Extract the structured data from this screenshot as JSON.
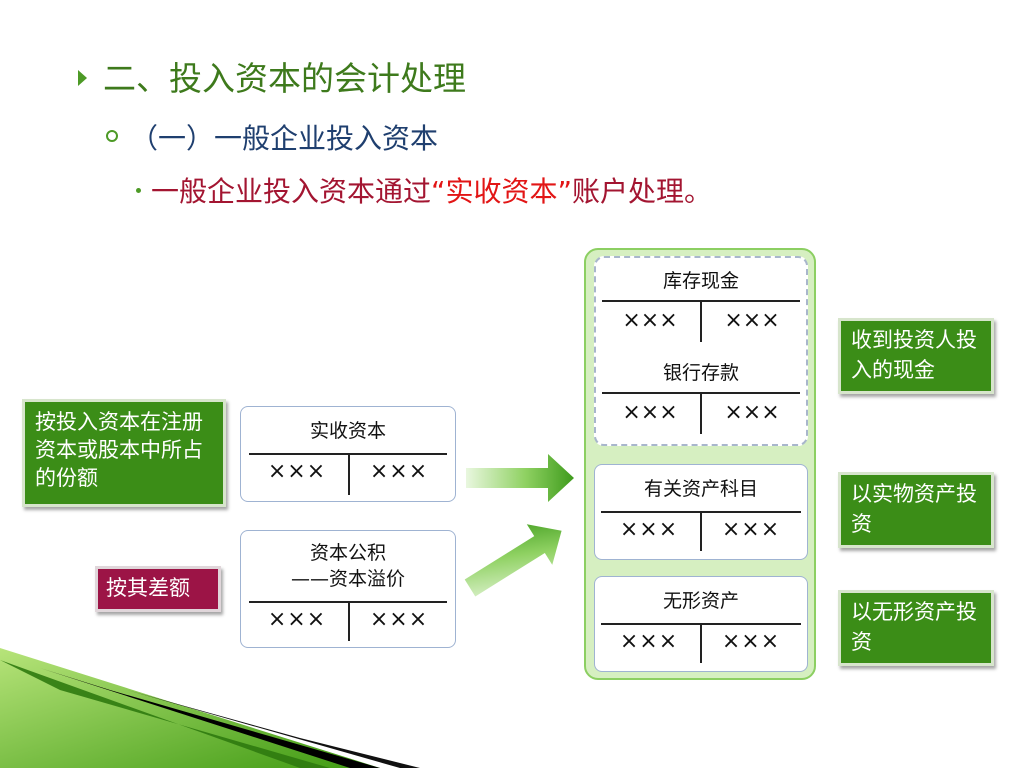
{
  "heading": {
    "level1": "二、投入资本的会计处理",
    "level2": "（一）一般企业投入资本",
    "level3_pre": "一般企业投入资本通过",
    "level3_highlight": "“实收资本”",
    "level3_post": "账户处理。"
  },
  "left_accounts": {
    "paid_in": {
      "title": "实收资本",
      "left": "×××",
      "right": "×××"
    },
    "capital_reserve": {
      "title_line1": "资本公积",
      "title_line2": "——资本溢价",
      "left": "×××",
      "right": "×××"
    }
  },
  "right_accounts": {
    "cash": {
      "title": "库存现金",
      "left": "×××",
      "right": "×××"
    },
    "bank": {
      "title": "银行存款",
      "left": "×××",
      "right": "×××"
    },
    "assets": {
      "title": "有关资产科目",
      "left": "×××",
      "right": "×××"
    },
    "intangible": {
      "title": "无形资产",
      "left": "×××",
      "right": "×××"
    }
  },
  "labels": {
    "registered_share": "按投入资本在注册资本或股本中所占的份额",
    "difference": "按其差额",
    "cash_received": "收到投资人投入的现金",
    "physical_assets": "以实物资产投资",
    "intangible_assets": "以无形资产投资"
  },
  "colors": {
    "heading_green": "#3e7a1c",
    "heading_blue": "#1f3f6f",
    "heading_red": "#a31531",
    "highlight_red": "#e21515",
    "label_green": "#3b8d17",
    "label_maroon": "#9c1446",
    "container_green": "#d6efc1"
  },
  "icons": {
    "bullet1": "triangle-bullet-icon",
    "bullet2": "ring-bullet-icon",
    "bullet3": "dot-bullet-icon",
    "arrows": "arrow-right-icon"
  }
}
